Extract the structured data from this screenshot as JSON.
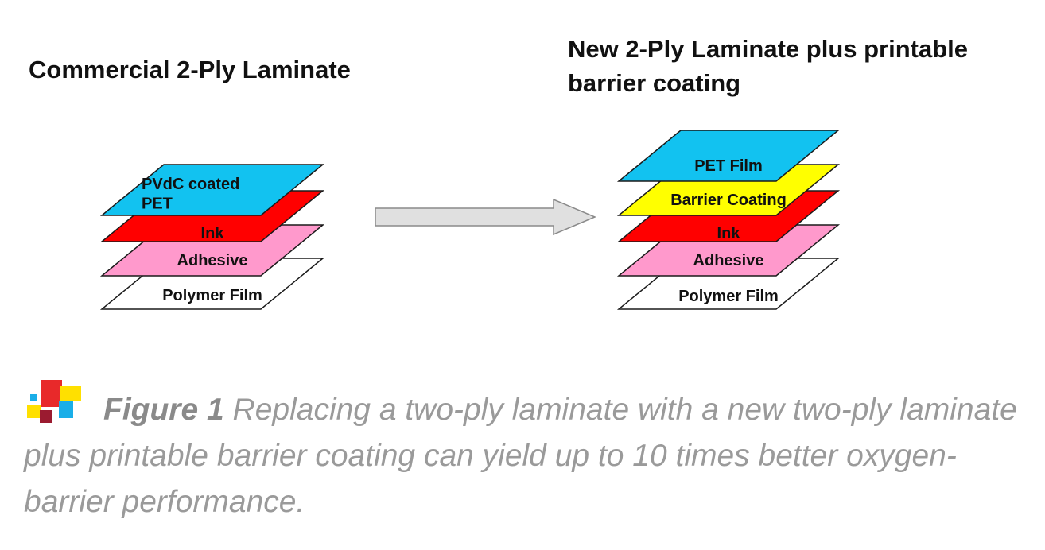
{
  "left_title": "Commercial 2-Ply Laminate",
  "right_title": [
    "New 2-Ply Laminate plus printable",
    "barrier coating"
  ],
  "left_stack": [
    {
      "label": [
        "PVdC coated",
        "PET"
      ],
      "color": "#12c2f0"
    },
    {
      "label": [
        "Ink"
      ],
      "color": "#ff0000"
    },
    {
      "label": [
        "Adhesive"
      ],
      "color": "#ff99cc"
    },
    {
      "label": [
        "Polymer Film"
      ],
      "color": "#ffffff"
    }
  ],
  "right_stack": [
    {
      "label": [
        "PET Film"
      ],
      "color": "#12c2f0"
    },
    {
      "label": [
        "Barrier Coating"
      ],
      "color": "#ffff00"
    },
    {
      "label": [
        "Ink"
      ],
      "color": "#ff0000"
    },
    {
      "label": [
        "Adhesive"
      ],
      "color": "#ff99cc"
    },
    {
      "label": [
        "Polymer Film"
      ],
      "color": "#ffffff"
    }
  ],
  "arrow_color": "#e0e0e0",
  "caption": {
    "figure_label": "Figure 1",
    "text": "Replacing a two-ply laminate with a new two-ply laminate plus printable barrier coating can yield up to 10 times better oxygen-barrier performance."
  },
  "logo_colors": [
    "#e8292a",
    "#ffe000",
    "#1aaee8",
    "#9b1b30"
  ]
}
